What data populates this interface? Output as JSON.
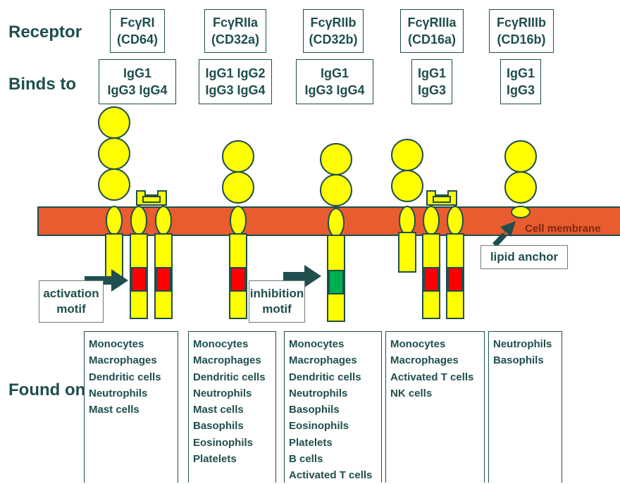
{
  "labels": {
    "receptor": "Receptor",
    "binds_to": "Binds to",
    "found_on": "Found on",
    "membrane": "Cell membrane",
    "lipid_anchor": "lipid anchor",
    "activation_motif": [
      "activation",
      "motif"
    ],
    "inhibition_motif": [
      "inhibition",
      "motif"
    ]
  },
  "receptors": [
    {
      "name": [
        "FcγRI",
        "(CD64)"
      ],
      "binds": [
        "IgG1",
        "IgG3 IgG4"
      ],
      "cells": [
        "Monocytes",
        "Macrophages",
        "Dendritic cells",
        "Neutrophils",
        "Mast cells"
      ]
    },
    {
      "name": [
        "FcγRIIa",
        "(CD32a)"
      ],
      "binds": [
        "IgG1 IgG2",
        "IgG3 IgG4"
      ],
      "cells": [
        "Monocytes",
        "Macrophages",
        "Dendritic cells",
        "Neutrophils",
        "Mast cells",
        "Basophils",
        "Eosinophils",
        "Platelets"
      ]
    },
    {
      "name": [
        "FcγRIIb",
        "(CD32b)"
      ],
      "binds": [
        "IgG1",
        "IgG3 IgG4"
      ],
      "cells": [
        "Monocytes",
        "Macrophages",
        "Dendritic cells",
        "Neutrophils",
        "Basophils",
        "Eosinophils",
        "Platelets",
        "B cells",
        "Activated T cells"
      ]
    },
    {
      "name": [
        "FcγRIIIa",
        "(CD16a)"
      ],
      "binds": [
        "IgG1",
        "IgG3"
      ],
      "cells": [
        "Monocytes",
        "Macrophages",
        "Activated T cells",
        "NK cells"
      ]
    },
    {
      "name": [
        "FcγRIIIb",
        "(CD16b)"
      ],
      "binds": [
        "IgG1",
        "IgG3"
      ],
      "cells": [
        "Neutrophils",
        "Basophils"
      ]
    }
  ],
  "colors": {
    "domain_yellow": "#ffff00",
    "membrane": "#e85c30",
    "activation_motif": "#ff0000",
    "inhibition_motif": "#00b050",
    "text": "#1f4e4e"
  }
}
